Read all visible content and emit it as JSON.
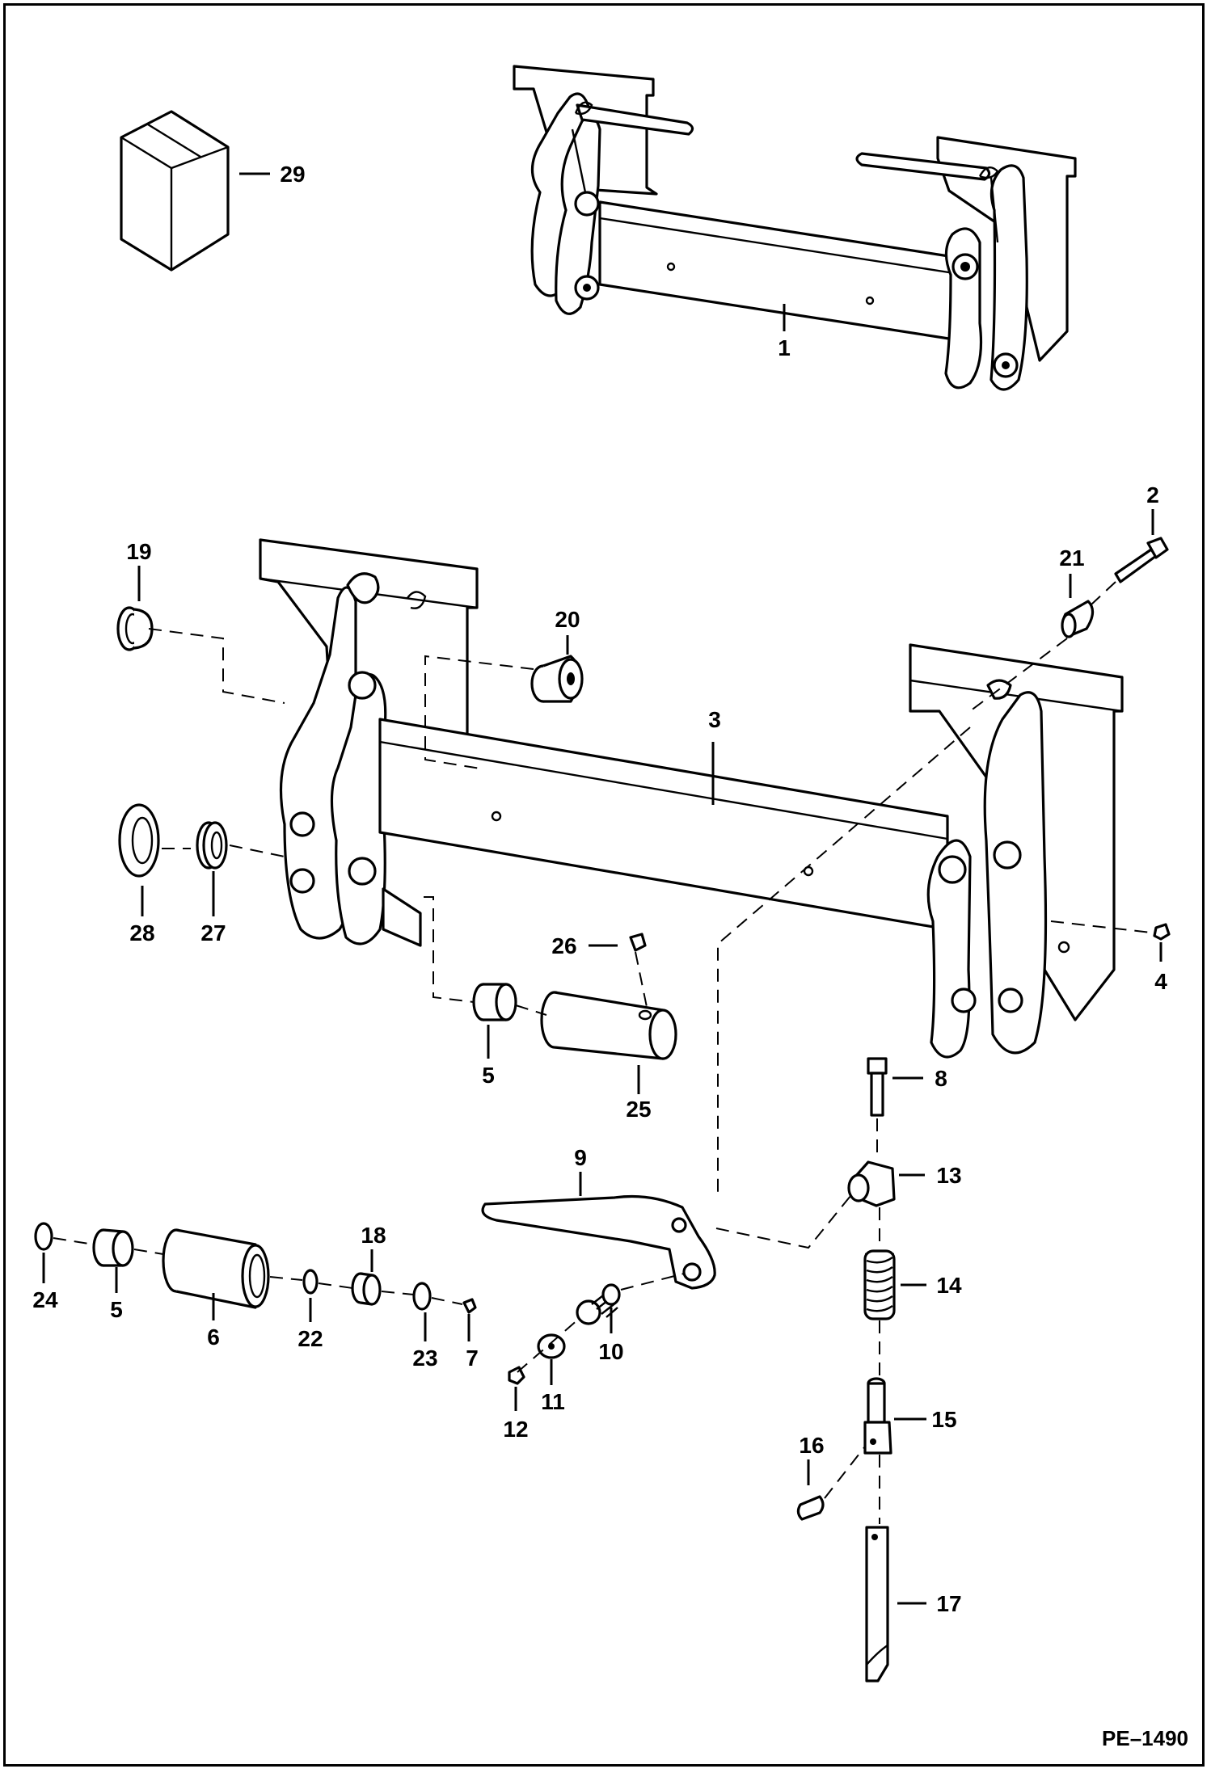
{
  "diagram": {
    "code": "PE–1490",
    "callouts": [
      "1",
      "2",
      "3",
      "4",
      "5",
      "5",
      "6",
      "7",
      "8",
      "9",
      "10",
      "11",
      "12",
      "13",
      "14",
      "15",
      "16",
      "17",
      "18",
      "19",
      "20",
      "21",
      "22",
      "23",
      "24",
      "25",
      "26",
      "27",
      "28",
      "29"
    ]
  }
}
